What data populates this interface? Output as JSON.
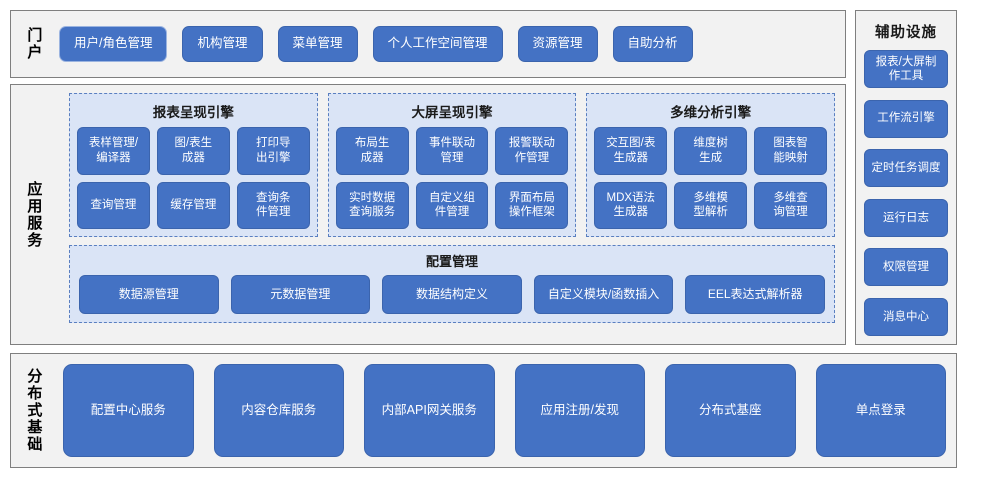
{
  "portal": {
    "label": "门户",
    "items": [
      {
        "label": "用户/角色管理"
      },
      {
        "label": "机构管理"
      },
      {
        "label": "菜单管理"
      },
      {
        "label": "个人工作空间管理"
      },
      {
        "label": "资源管理"
      },
      {
        "label": "自助分析"
      }
    ]
  },
  "app_services": {
    "label": "应用服务",
    "engines": [
      {
        "title": "报表呈现引擎",
        "items": [
          {
            "label": "表样管理/\n编译器"
          },
          {
            "label": "图/表生\n成器"
          },
          {
            "label": "打印导\n出引擎"
          },
          {
            "label": "查询管理"
          },
          {
            "label": "缓存管理"
          },
          {
            "label": "查询条\n件管理"
          }
        ]
      },
      {
        "title": "大屏呈现引擎",
        "items": [
          {
            "label": "布局生\n成器"
          },
          {
            "label": "事件联动\n管理"
          },
          {
            "label": "报警联动\n作管理"
          },
          {
            "label": "实时数据\n查询服务"
          },
          {
            "label": "自定义组\n件管理"
          },
          {
            "label": "界面布局\n操作框架"
          }
        ]
      },
      {
        "title": "多维分析引擎",
        "items": [
          {
            "label": "交互图/表\n生成器"
          },
          {
            "label": "维度树\n生成"
          },
          {
            "label": "图表智\n能映射"
          },
          {
            "label": "MDX语法\n生成器"
          },
          {
            "label": "多维模\n型解析"
          },
          {
            "label": "多维查\n询管理"
          }
        ]
      }
    ],
    "config": {
      "title": "配置管理",
      "items": [
        {
          "label": "数据源管理"
        },
        {
          "label": "元数据管理"
        },
        {
          "label": "数据结构定义"
        },
        {
          "label": "自定义模块/函数插入"
        },
        {
          "label": "EEL表达式解析器"
        }
      ]
    }
  },
  "distributed_base": {
    "label": "分布式基础",
    "items": [
      {
        "label": "配置中心服务"
      },
      {
        "label": "内容仓库服务"
      },
      {
        "label": "内部API网关服务"
      },
      {
        "label": "应用注册/发现"
      },
      {
        "label": "分布式基座"
      },
      {
        "label": "单点登录"
      }
    ]
  },
  "auxiliary": {
    "title": "辅助设施",
    "items": [
      {
        "label": "报表/大屏制\n作工具"
      },
      {
        "label": "工作流引擎"
      },
      {
        "label": "定时任务调度"
      },
      {
        "label": "运行日志"
      },
      {
        "label": "权限管理"
      },
      {
        "label": "消息中心"
      }
    ]
  },
  "colors": {
    "button_blue": "#4472c4",
    "group_bg": "#dae4f6",
    "panel_bg": "#f2f2f2",
    "panel_border": "#7f7f7f",
    "dashed_border": "#5a7fc0"
  }
}
